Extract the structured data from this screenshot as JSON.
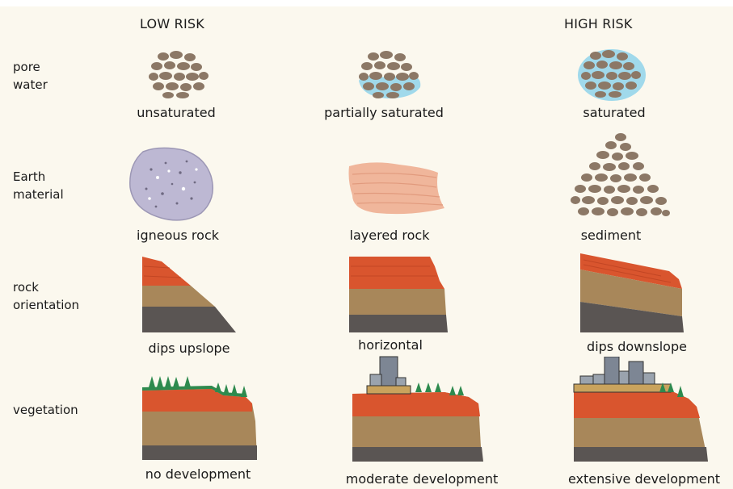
{
  "header": {
    "low_risk": "LOW RISK",
    "high_risk": "HIGH RISK"
  },
  "rows": [
    {
      "label_line1": "pore",
      "label_line2": "water",
      "captions": [
        "unsaturated",
        "partially saturated",
        "saturated"
      ]
    },
    {
      "label_line1": "Earth",
      "label_line2": "material",
      "captions": [
        "igneous rock",
        "layered rock",
        "sediment"
      ]
    },
    {
      "label_line1": "rock",
      "label_line2": "orientation",
      "captions": [
        "dips upslope",
        "horizontal",
        "dips downslope"
      ]
    },
    {
      "label_line1": "vegetation",
      "label_line2": "",
      "captions": [
        "no development",
        "moderate development",
        "extensive development"
      ]
    }
  ],
  "colors": {
    "background": "#fbf8ee",
    "pebble": "#8c7866",
    "water": "#8fd4ea",
    "igneous": "#bdb8d3",
    "layered": "#f0b69b",
    "red_layer": "#d9552e",
    "tan_layer": "#a8875a",
    "dark_layer": "#5a5553",
    "tree": "#2e8a4e",
    "building": "#7d8694"
  }
}
